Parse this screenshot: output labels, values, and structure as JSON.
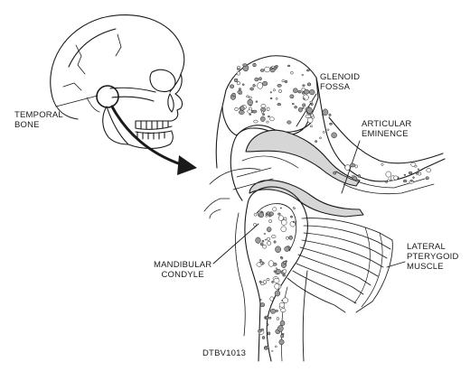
{
  "labels": {
    "temporal_bone": [
      "TEMPORAL",
      "BONE"
    ],
    "glenoid_fossa": [
      "GLENOID",
      "FOSSA"
    ],
    "articular_eminence": [
      "ARTICULAR",
      "EMINENCE"
    ],
    "lateral_pterygoid": [
      "LATERAL",
      "PTERYGOID",
      "MUSCLE"
    ],
    "mandibular_condyle": [
      "MANDIBULAR",
      "CONDYLE"
    ]
  },
  "figure_code": "DTBV1013",
  "colors": {
    "ink": "#1a1a1a",
    "cartilage": "#d6d6d6",
    "bone_fill": "#ffffff",
    "dots": "#9a9a9a"
  }
}
